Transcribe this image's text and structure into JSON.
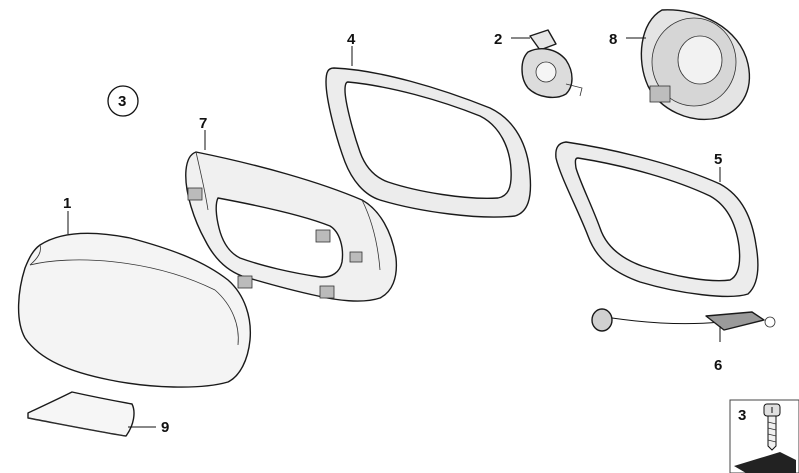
{
  "diagram": {
    "callouts": [
      {
        "id": "c1",
        "label": "1"
      },
      {
        "id": "c2",
        "label": "2"
      },
      {
        "id": "c3",
        "label": "3"
      },
      {
        "id": "c4",
        "label": "4"
      },
      {
        "id": "c5",
        "label": "5"
      },
      {
        "id": "c6",
        "label": "6"
      },
      {
        "id": "c7",
        "label": "7"
      },
      {
        "id": "c8",
        "label": "8"
      },
      {
        "id": "c9",
        "label": "9"
      }
    ],
    "inset": {
      "label": "3"
    },
    "colors": {
      "stroke": "#1a1a1a",
      "fill_light": "#f2f2f2",
      "fill_mid": "#d9d9d9",
      "fill_dark": "#9a9a9a"
    }
  }
}
